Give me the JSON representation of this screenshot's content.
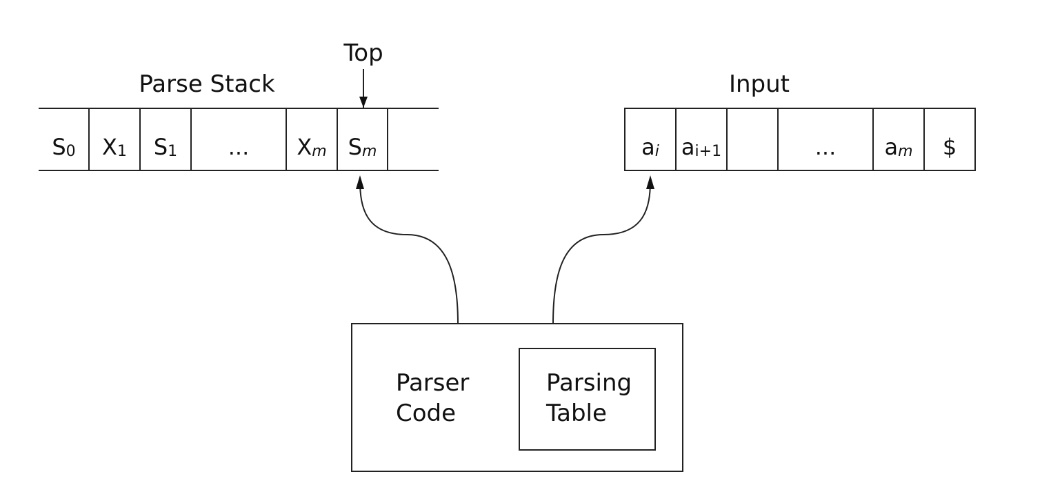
{
  "labels": {
    "top": "Top",
    "parse_stack": "Parse Stack",
    "input": "Input",
    "parser_code_line1": "Parser",
    "parser_code_line2": "Code",
    "parsing_table_line1": "Parsing",
    "parsing_table_line2": "Table"
  },
  "stack_cells": [
    {
      "main": "S",
      "sub": "0",
      "italic": false
    },
    {
      "main": "X",
      "sub": "1",
      "italic": false
    },
    {
      "main": "S",
      "sub": "1",
      "italic": false
    },
    {
      "main": "...",
      "sub": "",
      "italic": false
    },
    {
      "main": "X",
      "sub": "m",
      "italic": true
    },
    {
      "main": "S",
      "sub": "m",
      "italic": true
    },
    {
      "main": "",
      "sub": "",
      "italic": false
    }
  ],
  "input_cells": [
    {
      "main": "a",
      "sub": "i",
      "italic": true
    },
    {
      "main": "a",
      "sub": "i+1",
      "italic": false
    },
    {
      "main": "",
      "sub": "",
      "italic": false
    },
    {
      "main": "...",
      "sub": "",
      "italic": false
    },
    {
      "main": "a",
      "sub": "m",
      "italic": true
    },
    {
      "main": "$",
      "sub": "",
      "italic": false
    }
  ]
}
